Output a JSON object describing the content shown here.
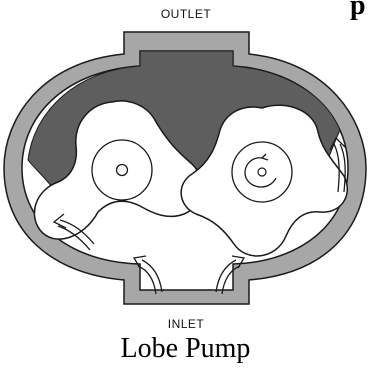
{
  "labels": {
    "outlet": "OUTLET",
    "inlet": "INLET",
    "caption": "Lobe Pump",
    "corner_fragment": "p"
  },
  "colors": {
    "casing": "#a7a7a7",
    "discharge": "#5e5e5e",
    "stroke": "#1a1a1a",
    "background": "#ffffff"
  }
}
